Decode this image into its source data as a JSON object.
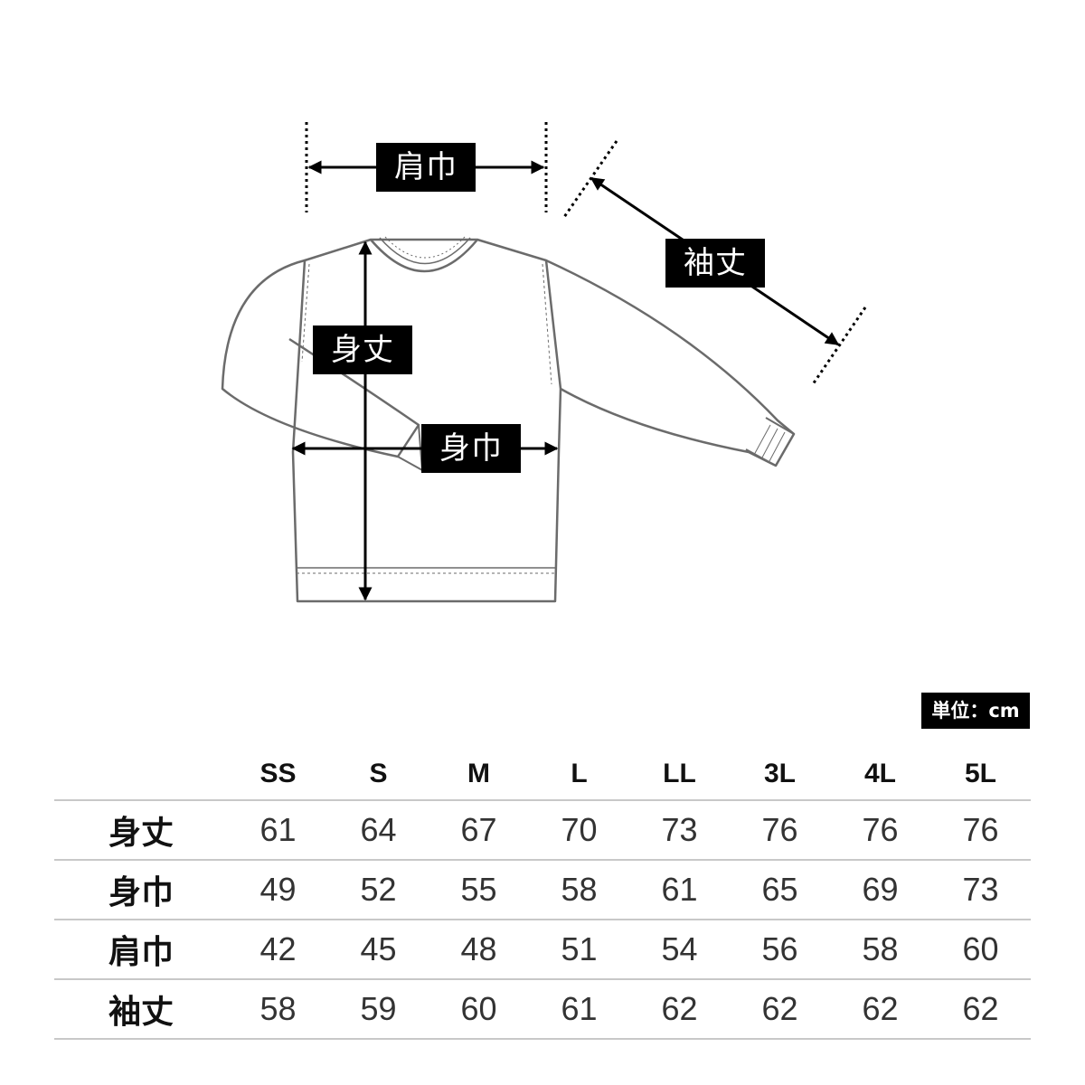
{
  "labels": {
    "shoulder_width": "肩巾",
    "sleeve_length": "袖丈",
    "body_length": "身丈",
    "body_width": "身巾"
  },
  "unit": "単位：cm",
  "table": {
    "sizes": [
      "SS",
      "S",
      "M",
      "L",
      "LL",
      "3L",
      "4L",
      "5L"
    ],
    "rows": [
      {
        "label": "身丈",
        "values": [
          "61",
          "64",
          "67",
          "70",
          "73",
          "76",
          "76",
          "76"
        ]
      },
      {
        "label": "身巾",
        "values": [
          "49",
          "52",
          "55",
          "58",
          "61",
          "65",
          "69",
          "73"
        ]
      },
      {
        "label": "肩巾",
        "values": [
          "42",
          "45",
          "48",
          "51",
          "54",
          "56",
          "58",
          "60"
        ]
      },
      {
        "label": "袖丈",
        "values": [
          "58",
          "59",
          "60",
          "61",
          "62",
          "62",
          "62",
          "62"
        ]
      }
    ]
  },
  "colors": {
    "garment_outline": "#6b6b6b",
    "arrow": "#000000",
    "table_rule": "#c8c8c8"
  }
}
